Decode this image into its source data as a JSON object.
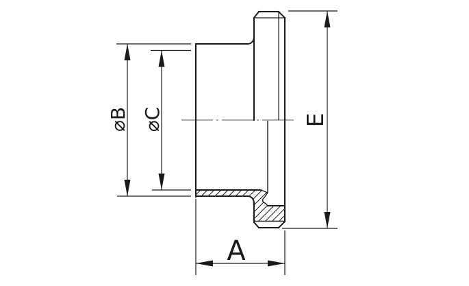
{
  "drawing": {
    "dimensions": {
      "diameter_b": {
        "label": "⌀B",
        "orientation": "vertical"
      },
      "diameter_c": {
        "label": "⌀C",
        "orientation": "vertical"
      },
      "overall_e": {
        "label": "E",
        "orientation": "vertical"
      },
      "length_a": {
        "label": "A",
        "orientation": "horizontal"
      }
    },
    "colors": {
      "outline": "#1a1a1a",
      "thin_line": "#1a1a1a",
      "centerline": "#8f8f8f",
      "background": "#ffffff"
    }
  }
}
